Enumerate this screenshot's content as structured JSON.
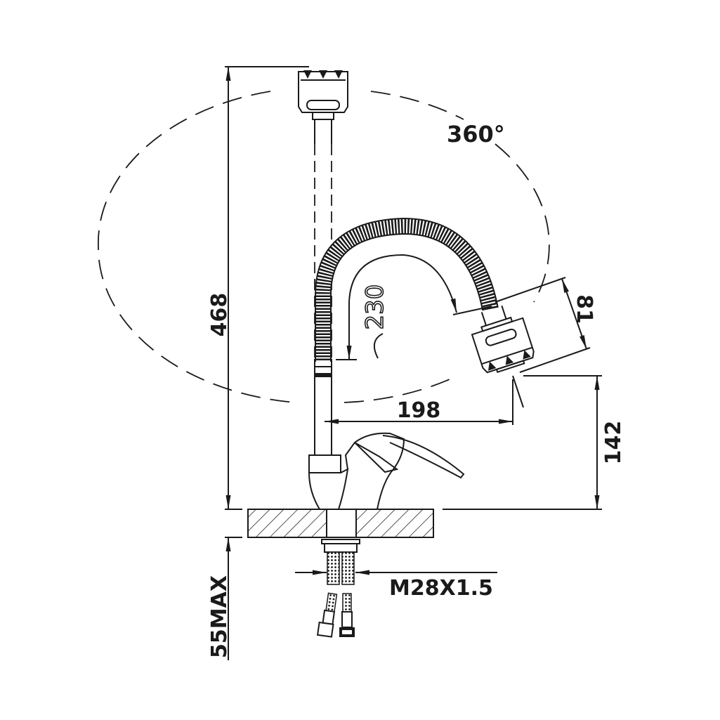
{
  "diagram": {
    "rotation_label": "360°",
    "dimensions": {
      "total_height": "468",
      "hose_length": "230",
      "aerator_size": "81",
      "reach": "198",
      "spout_height": "142",
      "max_counter_thickness": "55MAX",
      "thread": "M28X1.5"
    }
  }
}
